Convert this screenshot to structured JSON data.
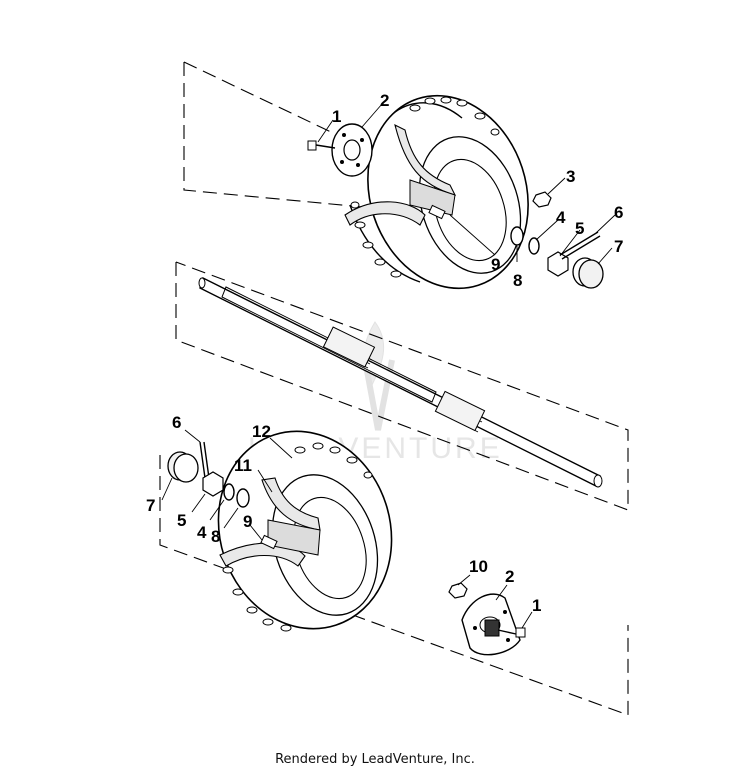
{
  "diagram": {
    "watermark": "LEADVENTURE",
    "footer": "Rendered by LeadVenture, Inc.",
    "callouts": [
      {
        "id": "c1a",
        "text": "1"
      },
      {
        "id": "c2a",
        "text": "2"
      },
      {
        "id": "c3a",
        "text": "3"
      },
      {
        "id": "c4a",
        "text": "4"
      },
      {
        "id": "c5a",
        "text": "5"
      },
      {
        "id": "c6a",
        "text": "6"
      },
      {
        "id": "c7a",
        "text": "7"
      },
      {
        "id": "c8a",
        "text": "8"
      },
      {
        "id": "c9a",
        "text": "9"
      },
      {
        "id": "c12b",
        "text": "12"
      },
      {
        "id": "c11b",
        "text": "11"
      },
      {
        "id": "c6b",
        "text": "6"
      },
      {
        "id": "c7b",
        "text": "7"
      },
      {
        "id": "c5b",
        "text": "5"
      },
      {
        "id": "c4b",
        "text": "4"
      },
      {
        "id": "c8b",
        "text": "8"
      },
      {
        "id": "c9b",
        "text": "9"
      },
      {
        "id": "c10b",
        "text": "10"
      },
      {
        "id": "c2b",
        "text": "2"
      },
      {
        "id": "c1b",
        "text": "1"
      }
    ]
  }
}
